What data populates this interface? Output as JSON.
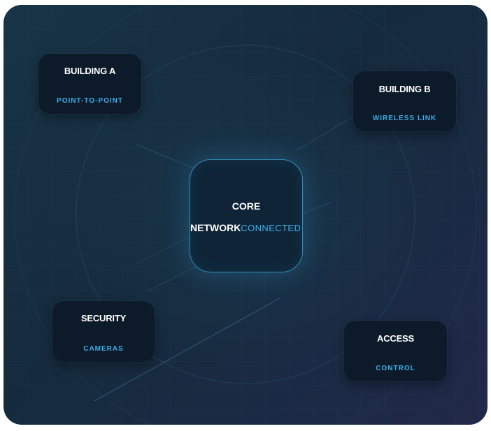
{
  "core": {
    "title_line1": "CORE",
    "title_line2": "NETWORK",
    "status": "CONNECTED"
  },
  "nodes": [
    {
      "title": "BUILDING A",
      "subtitle": "POINT-TO-POINT"
    },
    {
      "title": "BUILDING B",
      "subtitle": "WIRELESS LINK"
    },
    {
      "title": "SECURITY",
      "subtitle": "CAMERAS"
    },
    {
      "title": "ACCESS",
      "subtitle": "CONTROL"
    }
  ],
  "colors": {
    "accent": "#3ab0ea",
    "node_bg": "#0c1a29",
    "panel_bg": "#172e40"
  }
}
